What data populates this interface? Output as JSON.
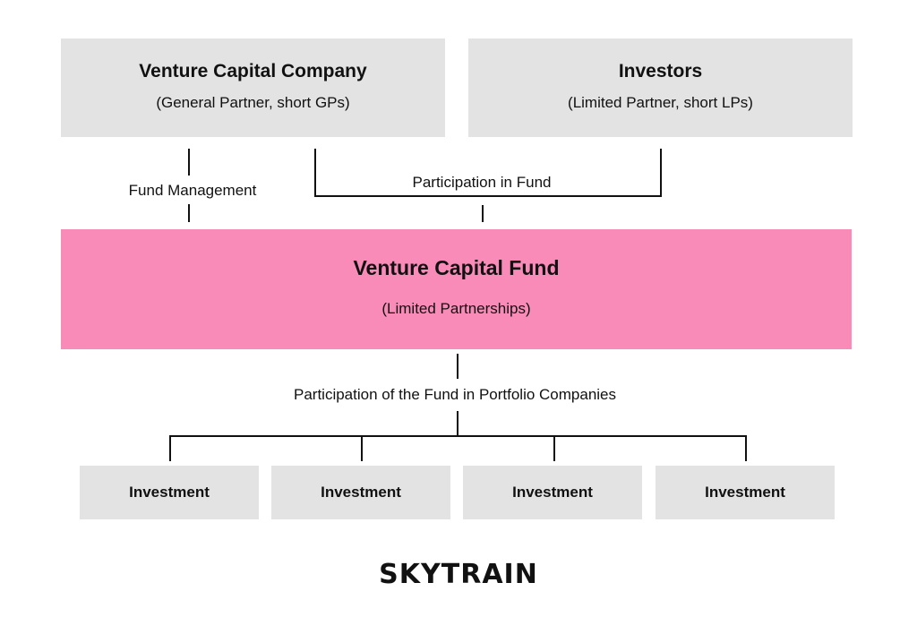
{
  "vc_company": {
    "title": "Venture Capital Company",
    "subtitle": "(General Partner, short GPs)"
  },
  "investors": {
    "title": "Investors",
    "subtitle": "(Limited Partner, short LPs)"
  },
  "connectors": {
    "fund_management": "Fund Management",
    "participation_in_fund": "Participation in Fund",
    "participation_portfolio": "Participation of the Fund in Portfolio Companies"
  },
  "fund": {
    "title": "Venture Capital Fund",
    "subtitle": "(Limited Partnerships)"
  },
  "investments": [
    "Investment",
    "Investment",
    "Investment",
    "Investment"
  ],
  "logo": "SKYTRAIN",
  "colors": {
    "box_gray": "#e3e3e3",
    "fund_pink": "#f98bb8",
    "line": "#111111"
  }
}
